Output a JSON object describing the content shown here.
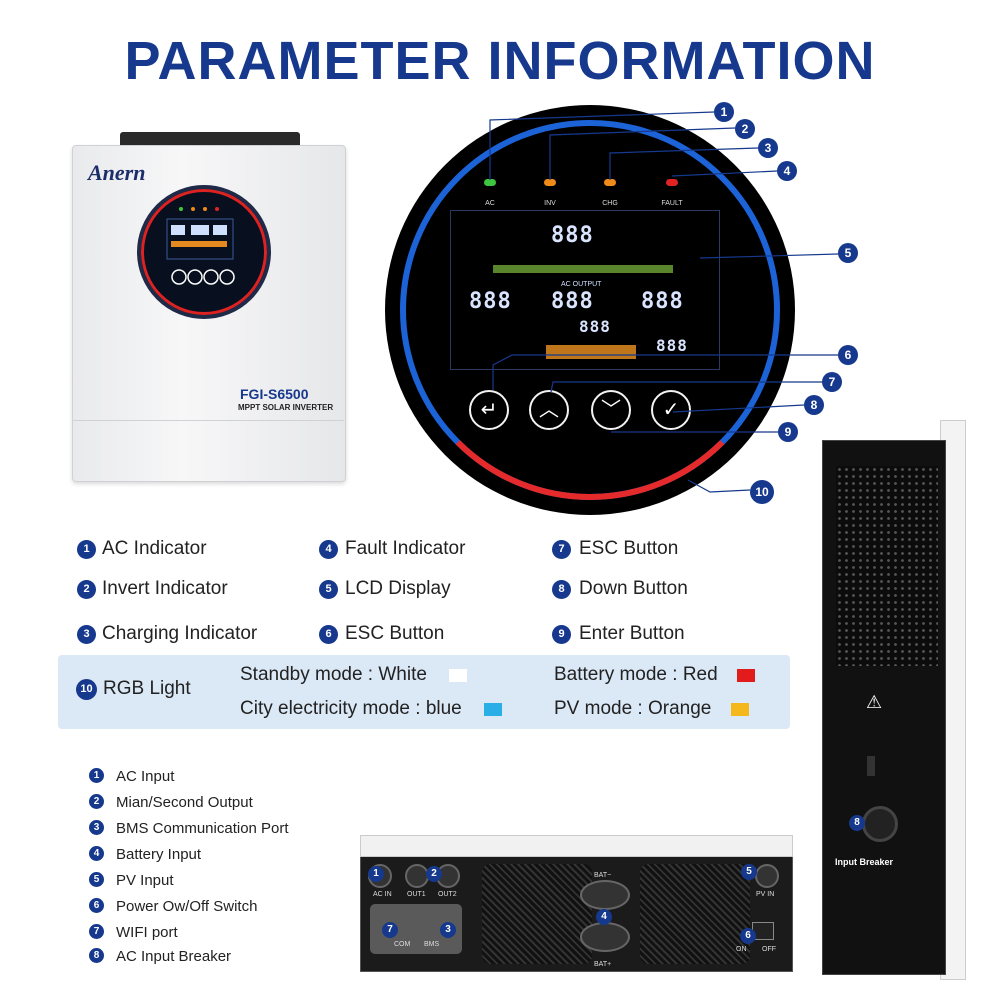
{
  "title": "PARAMETER INFORMATION",
  "product": {
    "brand": "Anern",
    "model": "FGI-S6500",
    "subtitle": "MPPT SOLAR INVERTER"
  },
  "display": {
    "indicators": [
      {
        "label": "AC",
        "color": "#3ec63e"
      },
      {
        "label": "INV",
        "color": "#f08a18"
      },
      {
        "label": "CHG",
        "color": "#f08a18"
      },
      {
        "label": "FAULT",
        "color": "#e02424"
      }
    ],
    "lcd_main_label": "AC OUTPUT",
    "lcd_digits": [
      "888",
      "888",
      "888",
      "888",
      "888",
      "888"
    ],
    "buttons": [
      {
        "icon": "return-icon",
        "glyph": "↵"
      },
      {
        "icon": "chevron-up-icon",
        "glyph": "︿"
      },
      {
        "icon": "chevron-down-icon",
        "glyph": "﹀"
      },
      {
        "icon": "check-icon",
        "glyph": "✓"
      }
    ],
    "callouts": [
      "1",
      "2",
      "3",
      "4",
      "5",
      "6",
      "7",
      "8",
      "9",
      "10"
    ]
  },
  "legend": {
    "items": [
      {
        "num": "1",
        "label": "AC Indicator"
      },
      {
        "num": "2",
        "label": "Invert Indicator"
      },
      {
        "num": "3",
        "label": "Charging Indicator"
      },
      {
        "num": "4",
        "label": "Fault Indicator"
      },
      {
        "num": "5",
        "label": "LCD Display"
      },
      {
        "num": "6",
        "label": "ESC Button"
      },
      {
        "num": "7",
        "label": "ESC Button"
      },
      {
        "num": "8",
        "label": "Down Button"
      },
      {
        "num": "9",
        "label": "Enter Button"
      }
    ],
    "rgb": {
      "num": "10",
      "label": "RGB Light",
      "modes": [
        {
          "text": "Standby mode : White",
          "color": "#ffffff"
        },
        {
          "text": "City electricity mode : blue",
          "color": "#29aee6"
        },
        {
          "text": "Battery mode : Red",
          "color": "#e21b1b"
        },
        {
          "text": "PV mode : Orange",
          "color": "#f5b81c"
        }
      ]
    }
  },
  "ports": {
    "items": [
      {
        "num": "1",
        "label": "AC Input"
      },
      {
        "num": "2",
        "label": "Mian/Second Output"
      },
      {
        "num": "3",
        "label": "BMS Communication Port"
      },
      {
        "num": "4",
        "label": "Battery Input"
      },
      {
        "num": "5",
        "label": "PV Input"
      },
      {
        "num": "6",
        "label": "Power Ow/Off Switch"
      },
      {
        "num": "7",
        "label": "WIFI port"
      },
      {
        "num": "8",
        "label": "AC Input Breaker"
      }
    ],
    "bottom_labels": {
      "ac_in": "AC IN",
      "out1": "OUT1",
      "out2": "OUT2",
      "bat_minus": "BAT−",
      "bat_plus": "BAT+",
      "pv_in": "PV IN",
      "com": "COM",
      "bms": "BMS",
      "on": "ON",
      "off": "OFF"
    },
    "side_label": "Input Breaker"
  }
}
